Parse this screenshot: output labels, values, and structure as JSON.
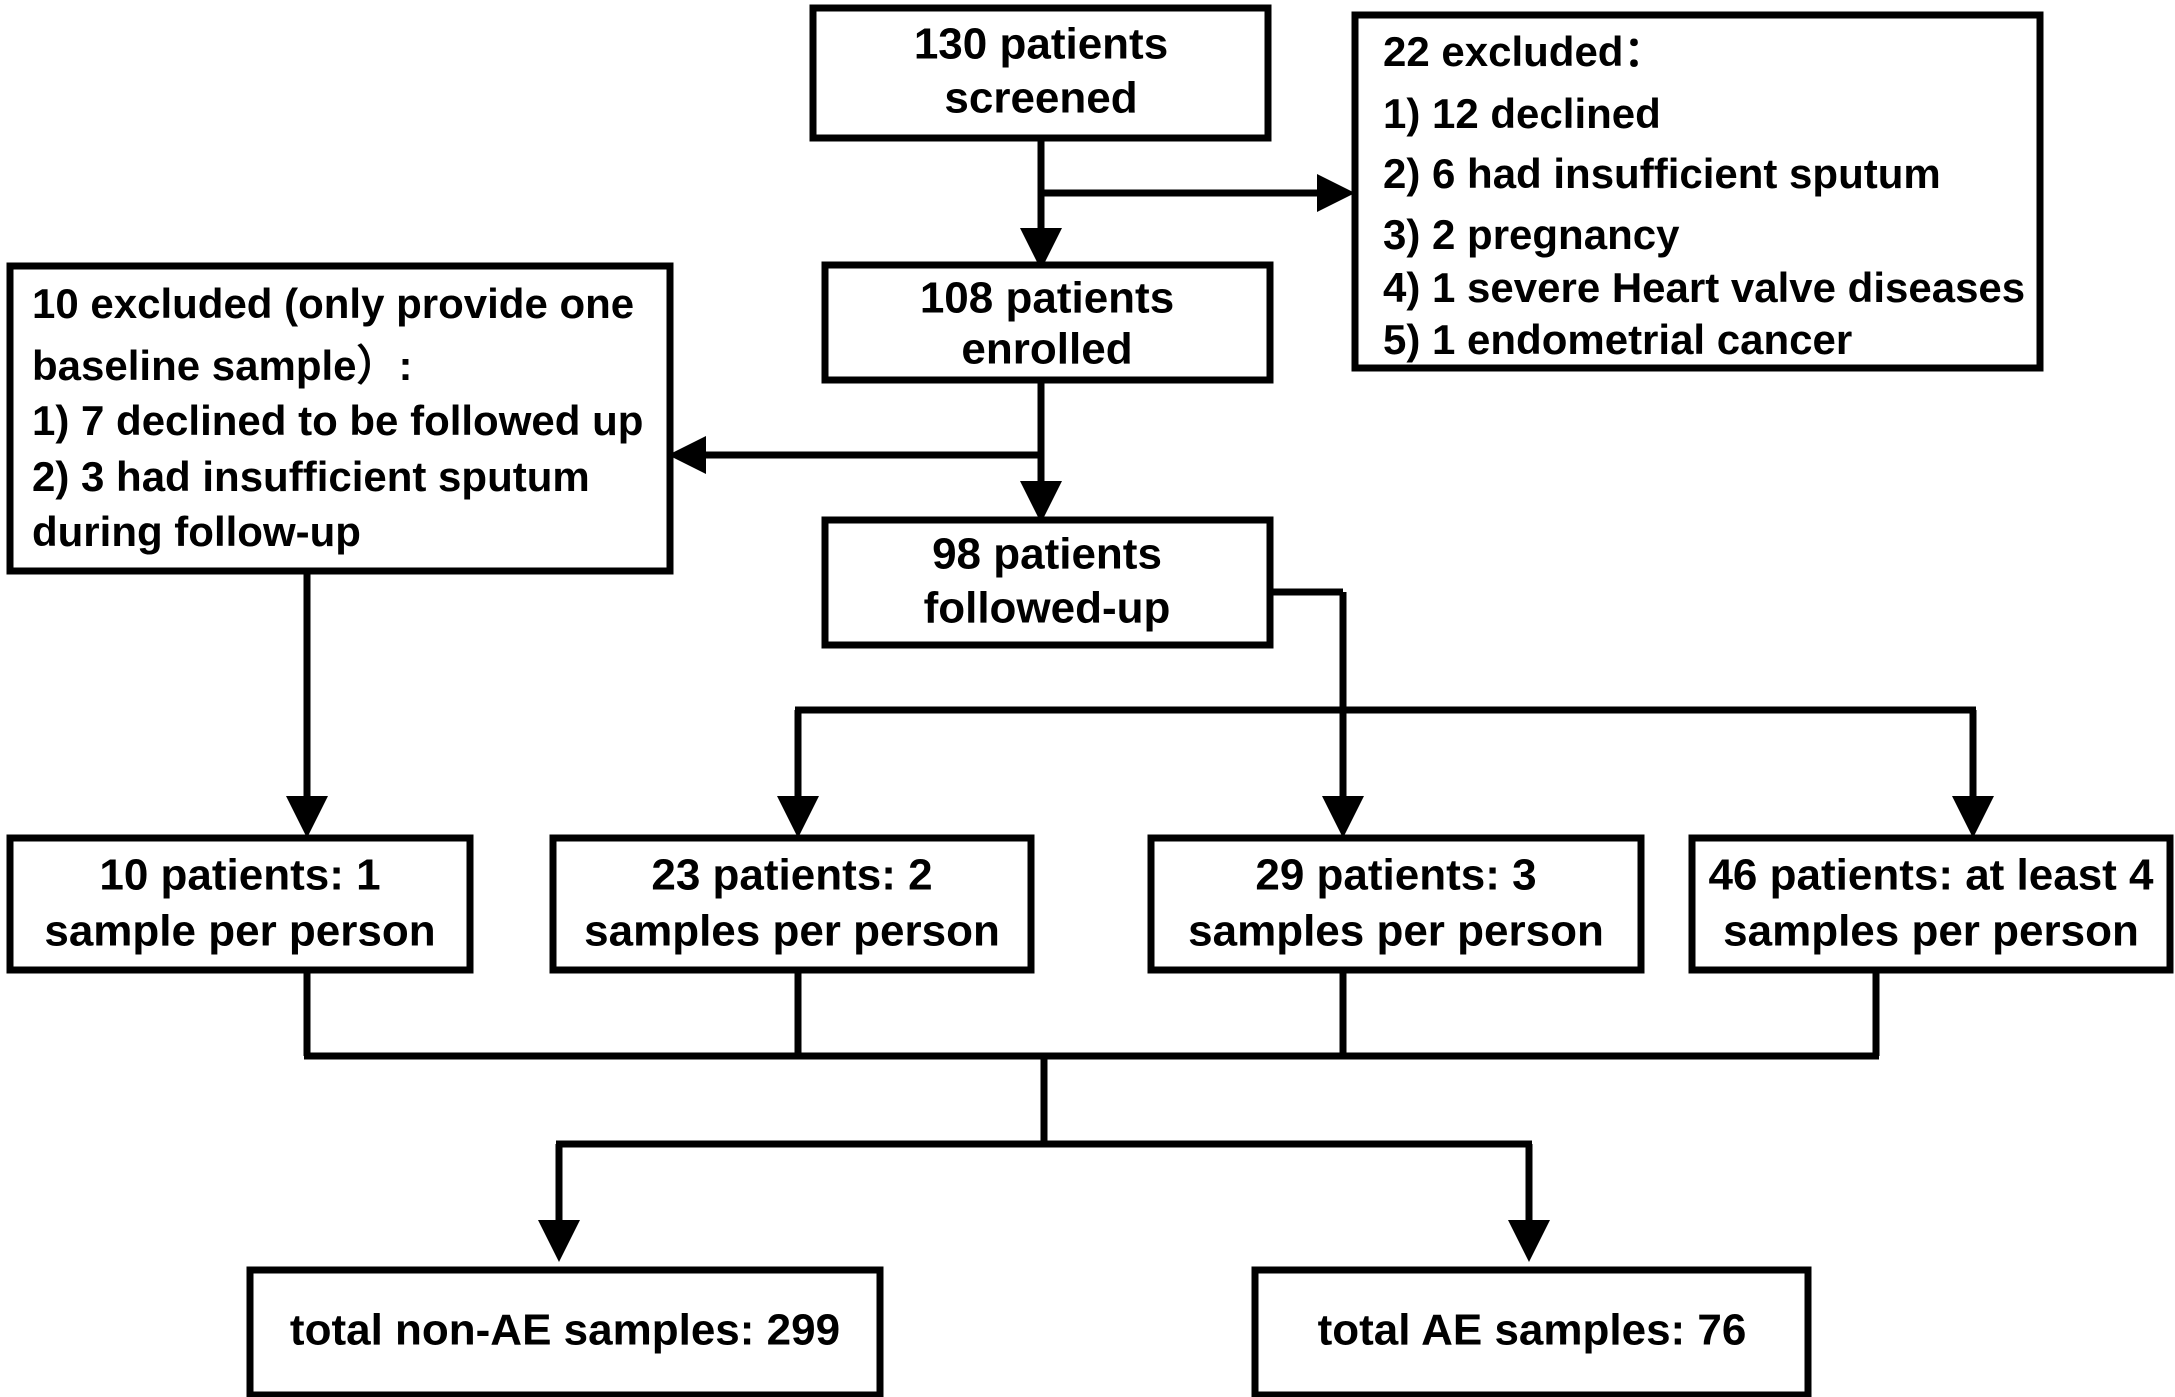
{
  "diagram": {
    "title": "Patient screening and sputum sample CONSORT-style flow diagram",
    "type": "flowchart",
    "nodes": {
      "screened": {
        "lines": [
          "130 patients",
          "screened"
        ],
        "count": 130,
        "label": "130 patients screened"
      },
      "excluded_screening": {
        "header": "22 excluded：",
        "count": 22,
        "reasons": [
          "1) 12 declined",
          "2) 6 had insufficient sputum",
          "3) 2 pregnancy",
          "4) 1 severe  Heart valve diseases",
          "5) 1 endometrial cancer"
        ]
      },
      "enrolled": {
        "lines": [
          "108 patients",
          "enrolled"
        ],
        "count": 108,
        "label": "108 patients enrolled"
      },
      "excluded_followup": {
        "header_lines": [
          "10 excluded (only provide one",
          "baseline sample）:"
        ],
        "count": 10,
        "reasons": [
          "1) 7 declined to be followed up",
          "2) 3 had insufficient sputum",
          "during follow-up"
        ]
      },
      "followed_up": {
        "lines": [
          "98 patients",
          "followed-up"
        ],
        "count": 98,
        "label": "98 patients followed-up"
      },
      "group_1": {
        "lines": [
          "10 patients: 1",
          "sample per person"
        ],
        "patients": 10,
        "samples_per_person": 1
      },
      "group_2": {
        "lines": [
          "23 patients: 2",
          "samples per person"
        ],
        "patients": 23,
        "samples_per_person": 2
      },
      "group_3": {
        "lines": [
          "29 patients: 3",
          "samples per person"
        ],
        "patients": 29,
        "samples_per_person": 3
      },
      "group_4": {
        "lines": [
          "46 patients: at least 4",
          "samples per person"
        ],
        "patients": 46,
        "samples_per_person": "at least 4"
      },
      "total_non_ae": {
        "label": "total non-AE samples: 299",
        "count": 299
      },
      "total_ae": {
        "label": "total AE samples: 76",
        "count": 76
      }
    },
    "colors": {
      "stroke": "#000000",
      "box_fill": "#ffffff",
      "background": "#ffffff",
      "text": "#000000"
    }
  }
}
